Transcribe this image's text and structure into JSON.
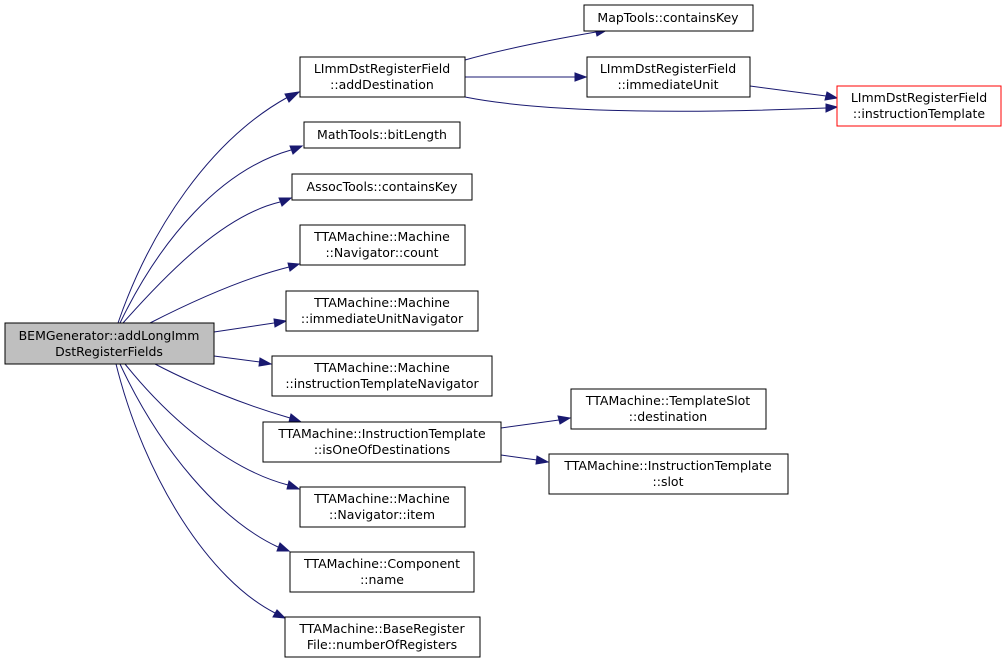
{
  "colors": {
    "edge": "#191970",
    "root_fill": "#bfbfbf",
    "node_border": "#000000",
    "missing_border": "#ff0000",
    "background": "#ffffff"
  },
  "nodes": {
    "root": {
      "lines": [
        "BEMGenerator::addLongImm",
        "DstRegisterFields"
      ]
    },
    "addDestination": {
      "lines": [
        "LImmDstRegisterField",
        "::addDestination"
      ]
    },
    "bitLength": {
      "lines": [
        "MathTools::bitLength"
      ]
    },
    "assocContainsKey": {
      "lines": [
        "AssocTools::containsKey"
      ]
    },
    "navCount": {
      "lines": [
        "TTAMachine::Machine",
        "::Navigator::count"
      ]
    },
    "iuNavigator": {
      "lines": [
        "TTAMachine::Machine",
        "::immediateUnitNavigator"
      ]
    },
    "itNavigator": {
      "lines": [
        "TTAMachine::Machine",
        "::instructionTemplateNavigator"
      ]
    },
    "isOneOfDestinations": {
      "lines": [
        "TTAMachine::InstructionTemplate",
        "::isOneOfDestinations"
      ]
    },
    "navItem": {
      "lines": [
        "TTAMachine::Machine",
        "::Navigator::item"
      ]
    },
    "componentName": {
      "lines": [
        "TTAMachine::Component",
        "::name"
      ]
    },
    "numberOfRegisters": {
      "lines": [
        "TTAMachine::BaseRegister",
        "File::numberOfRegisters"
      ]
    },
    "mapContainsKey": {
      "lines": [
        "MapTools::containsKey"
      ]
    },
    "immediateUnit": {
      "lines": [
        "LImmDstRegisterField",
        "::immediateUnit"
      ]
    },
    "instructionTemplate": {
      "lines": [
        "LImmDstRegisterField",
        "::instructionTemplate"
      ]
    },
    "slotDestination": {
      "lines": [
        "TTAMachine::TemplateSlot",
        "::destination"
      ]
    },
    "itSlot": {
      "lines": [
        "TTAMachine::InstructionTemplate",
        "::slot"
      ]
    }
  }
}
